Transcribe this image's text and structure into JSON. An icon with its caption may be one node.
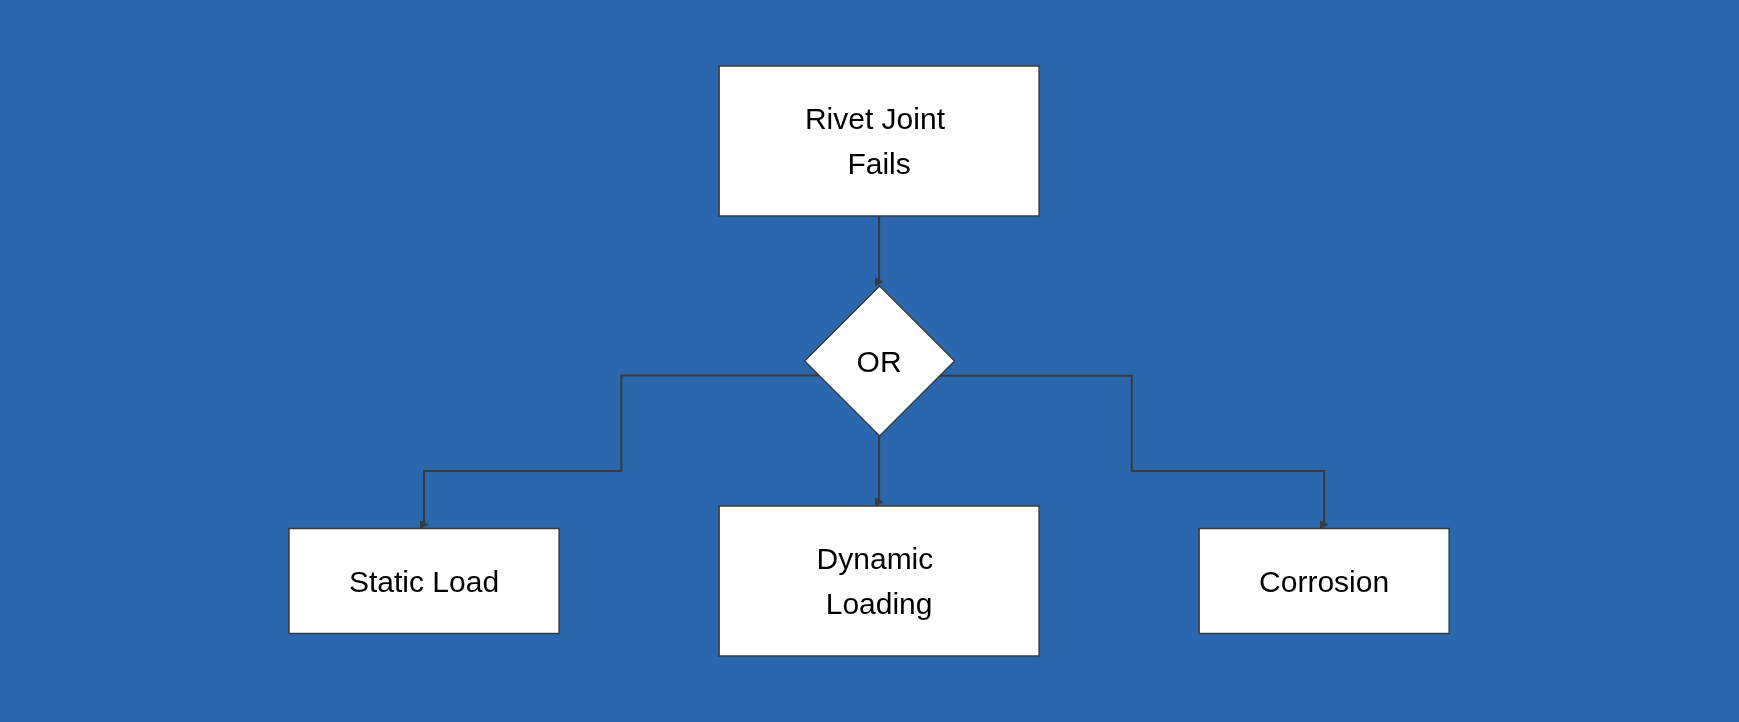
{
  "diagram": {
    "nodes": [
      {
        "text": [
          "Rivet Joint Fails"
        ]
      },
      {
        "text": [
          "OR"
        ]
      },
      {
        "text": [
          "Static Load"
        ]
      },
      {
        "text": [
          "Dynamic Loading"
        ]
      },
      {
        "text": [
          "Corrosion"
        ]
      }
    ],
    "edges": [
      {
        "from": 0,
        "to": 1,
        "arrow": "to"
      },
      {
        "from": 1,
        "to": 2,
        "arrow": "to"
      },
      {
        "from": 1,
        "to": 3,
        "arrow": "to"
      },
      {
        "from": 1,
        "to": 4,
        "arrow": "to"
      }
    ]
  }
}
